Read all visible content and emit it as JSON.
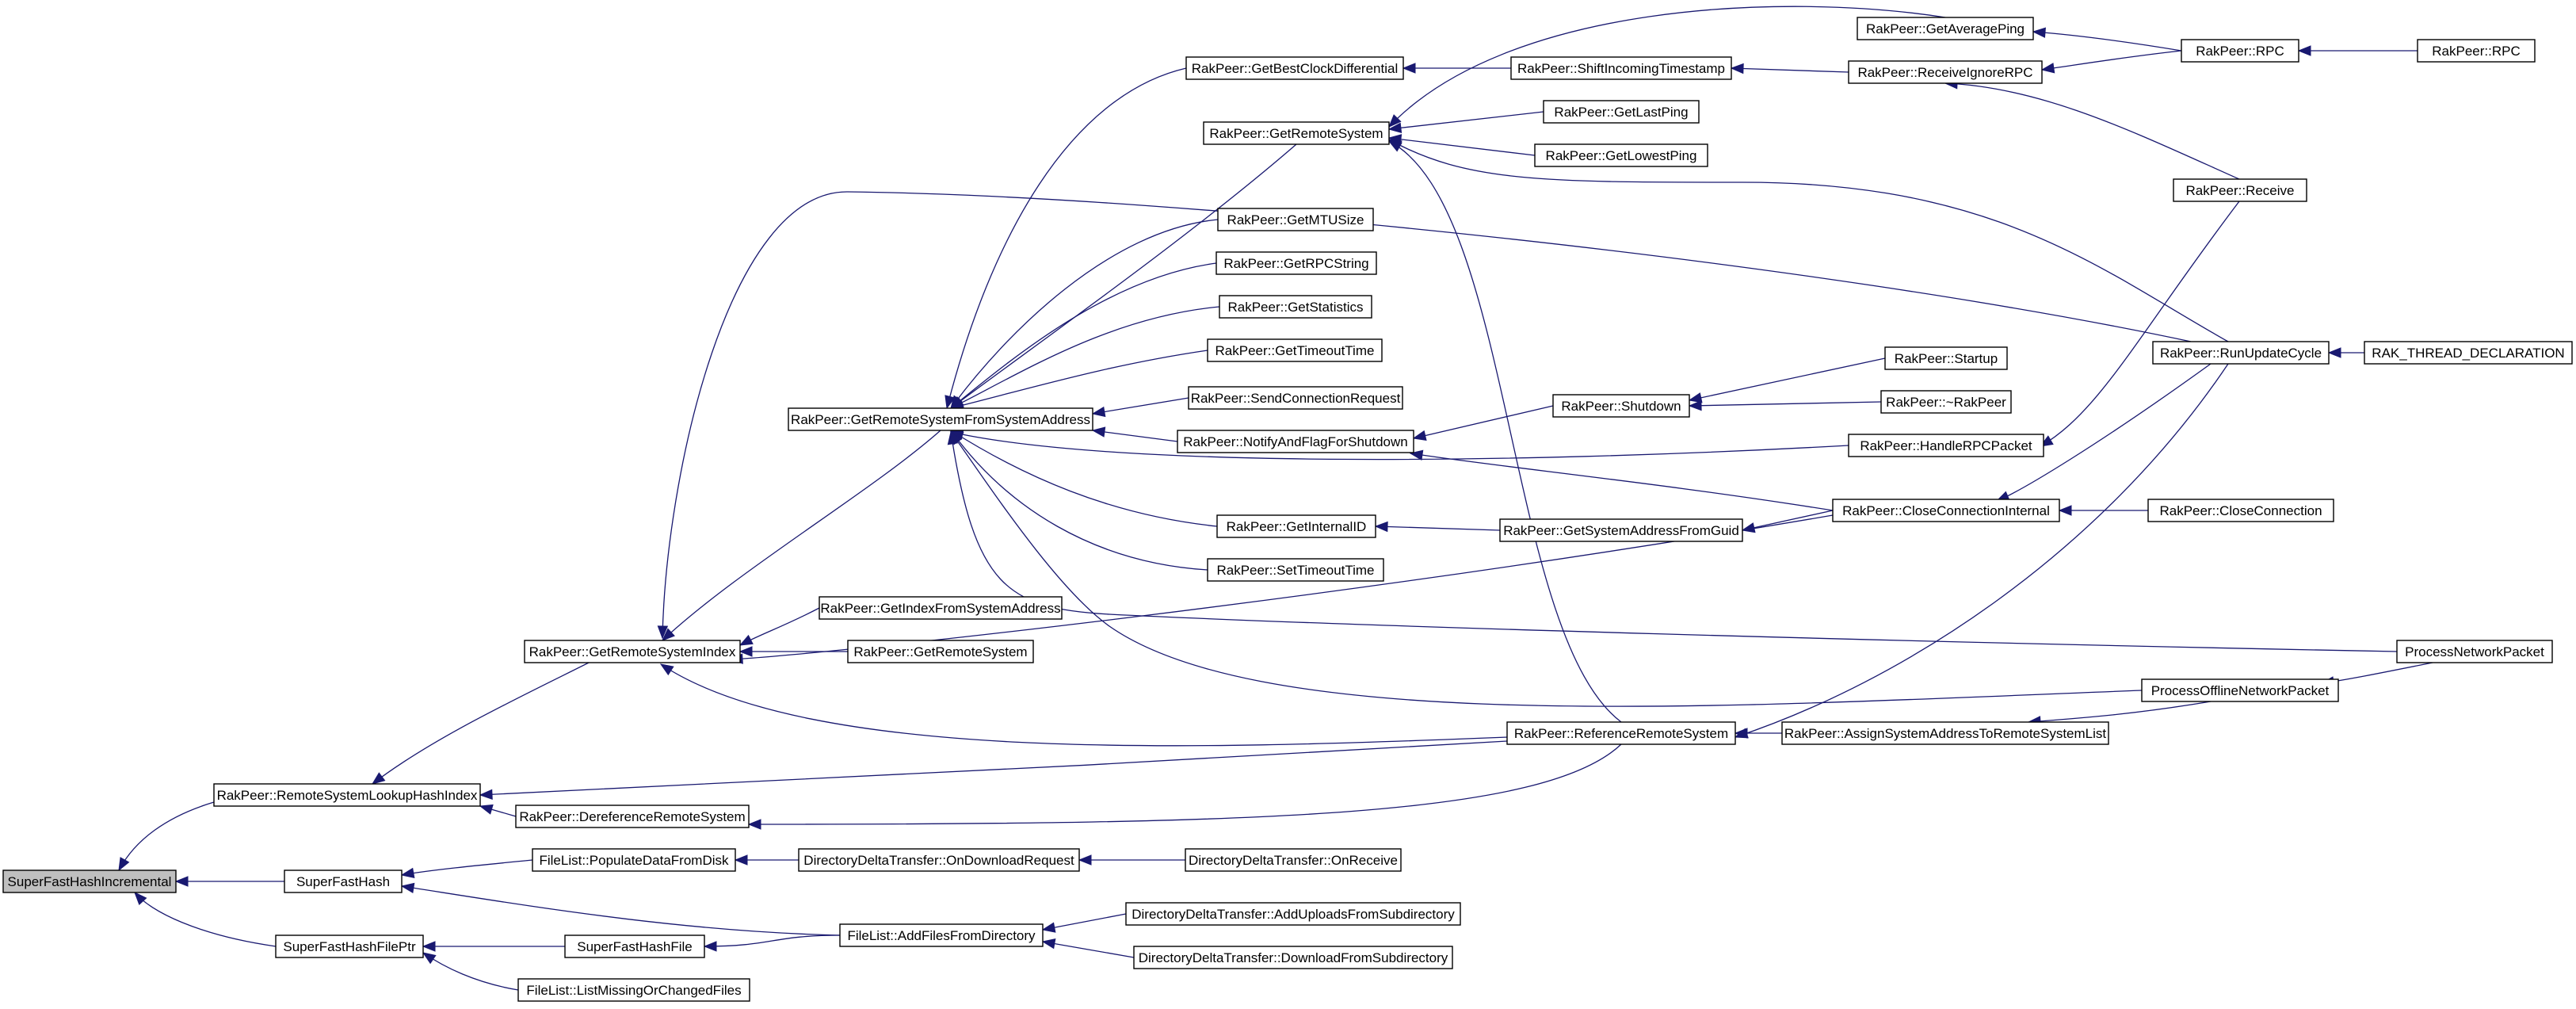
{
  "diagram": {
    "colors": {
      "edge": "#191970",
      "root_fill": "#bfbfbf",
      "node_fill": "#ffffff",
      "border": "#000000"
    },
    "nodes": [
      {
        "id": "superfasthashincremental",
        "label": "SuperFastHashIncremental",
        "root": true
      },
      {
        "id": "remotesystemlookuphashindex",
        "label": "RakPeer::RemoteSystemLookupHashIndex"
      },
      {
        "id": "superfasthash",
        "label": "SuperFastHash"
      },
      {
        "id": "superfasthashfileptr",
        "label": "SuperFastHashFilePtr"
      },
      {
        "id": "getremotesystemindex",
        "label": "RakPeer::GetRemoteSystemIndex"
      },
      {
        "id": "dereferenceremotesystem",
        "label": "RakPeer::DereferenceRemoteSystem"
      },
      {
        "id": "populatedatafromdisk",
        "label": "FileList::PopulateDataFromDisk"
      },
      {
        "id": "superfasthashfile",
        "label": "SuperFastHashFile"
      },
      {
        "id": "listmissingorchangedfiles",
        "label": "FileList::ListMissingOrChangedFiles"
      },
      {
        "id": "getremotesystemfromsystemaddress",
        "label": "RakPeer::GetRemoteSystemFromSystemAddress"
      },
      {
        "id": "getindexfromsystemaddress",
        "label": "RakPeer::GetIndexFromSystemAddress"
      },
      {
        "id": "getremotesystem_b",
        "label": "RakPeer::GetRemoteSystem"
      },
      {
        "id": "addfilesfromdirectory",
        "label": "FileList::AddFilesFromDirectory"
      },
      {
        "id": "onDownloadrequest",
        "label": "DirectoryDeltaTransfer::OnDownloadRequest"
      },
      {
        "id": "getbestclockdifferential",
        "label": "RakPeer::GetBestClockDifferential"
      },
      {
        "id": "getremotesystem_a",
        "label": "RakPeer::GetRemoteSystem"
      },
      {
        "id": "getmtusize",
        "label": "RakPeer::GetMTUSize"
      },
      {
        "id": "getrpcstring",
        "label": "RakPeer::GetRPCString"
      },
      {
        "id": "getstatistics",
        "label": "RakPeer::GetStatistics"
      },
      {
        "id": "gettimeouttime",
        "label": "RakPeer::GetTimeoutTime"
      },
      {
        "id": "sendconnectionrequest",
        "label": "RakPeer::SendConnectionRequest"
      },
      {
        "id": "notifyandflagforshutdown",
        "label": "RakPeer::NotifyAndFlagForShutdown"
      },
      {
        "id": "getinternalid",
        "label": "RakPeer::GetInternalID"
      },
      {
        "id": "settimeouttime",
        "label": "RakPeer::SetTimeoutTime"
      },
      {
        "id": "adduploadsfromsubdirectory",
        "label": "DirectoryDeltaTransfer::AddUploadsFromSubdirectory"
      },
      {
        "id": "downloadfromsubdirectory",
        "label": "DirectoryDeltaTransfer::DownloadFromSubdirectory"
      },
      {
        "id": "onreceive",
        "label": "DirectoryDeltaTransfer::OnReceive"
      },
      {
        "id": "shiftincomingtimestamp",
        "label": "RakPeer::ShiftIncomingTimestamp"
      },
      {
        "id": "getlastping",
        "label": "RakPeer::GetLastPing"
      },
      {
        "id": "getlowestping",
        "label": "RakPeer::GetLowestPing"
      },
      {
        "id": "shutdown",
        "label": "RakPeer::Shutdown"
      },
      {
        "id": "getsystemaddressfromguid",
        "label": "RakPeer::GetSystemAddressFromGuid"
      },
      {
        "id": "referenceremotesystem",
        "label": "RakPeer::ReferenceRemoteSystem"
      },
      {
        "id": "getaverageping",
        "label": "RakPeer::GetAveragePing"
      },
      {
        "id": "receiveignorerpc",
        "label": "RakPeer::ReceiveIgnoreRPC"
      },
      {
        "id": "startup",
        "label": "RakPeer::Startup"
      },
      {
        "id": "destructor",
        "label": "RakPeer::~RakPeer"
      },
      {
        "id": "handlerpcpacket",
        "label": "RakPeer::HandleRPCPacket"
      },
      {
        "id": "closeconnectioninternal",
        "label": "RakPeer::CloseConnectionInternal"
      },
      {
        "id": "assignsystemaddress",
        "label": "RakPeer::AssignSystemAddressToRemoteSystemList"
      },
      {
        "id": "rpc_a",
        "label": "RakPeer::RPC"
      },
      {
        "id": "receive",
        "label": "RakPeer::Receive"
      },
      {
        "id": "runupdatecycle",
        "label": "RakPeer::RunUpdateCycle"
      },
      {
        "id": "closeconnection",
        "label": "RakPeer::CloseConnection"
      },
      {
        "id": "processofflinenetworkpacket",
        "label": "ProcessOfflineNetworkPacket"
      },
      {
        "id": "rpc_b",
        "label": "RakPeer::RPC"
      },
      {
        "id": "rak_thread_declaration",
        "label": "RAK_THREAD_DECLARATION"
      },
      {
        "id": "processnetworkpacket",
        "label": "ProcessNetworkPacket"
      }
    ],
    "edges": [
      {
        "from": "remotesystemlookuphashindex",
        "to": "superfasthashincremental"
      },
      {
        "from": "superfasthash",
        "to": "superfasthashincremental"
      },
      {
        "from": "superfasthashfileptr",
        "to": "superfasthashincremental"
      },
      {
        "from": "getremotesystemindex",
        "to": "remotesystemlookuphashindex"
      },
      {
        "from": "dereferenceremotesystem",
        "to": "remotesystemlookuphashindex"
      },
      {
        "from": "referenceremotesystem",
        "to": "remotesystemlookuphashindex"
      },
      {
        "from": "populatedatafromdisk",
        "to": "superfasthash"
      },
      {
        "from": "addfilesfromdirectory",
        "to": "superfasthash"
      },
      {
        "from": "superfasthashfile",
        "to": "superfasthashfileptr"
      },
      {
        "from": "listmissingorchangedfiles",
        "to": "superfasthashfileptr"
      },
      {
        "from": "getremotesystemfromsystemaddress",
        "to": "getremotesystemindex"
      },
      {
        "from": "getindexfromsystemaddress",
        "to": "getremotesystemindex"
      },
      {
        "from": "getremotesystem_b",
        "to": "getremotesystemindex"
      },
      {
        "from": "closeconnectioninternal",
        "to": "getremotesystemindex"
      },
      {
        "from": "referenceremotesystem",
        "to": "getremotesystemindex"
      },
      {
        "from": "runupdatecycle",
        "to": "getremotesystemindex"
      },
      {
        "from": "referenceremotesystem",
        "to": "dereferenceremotesystem"
      },
      {
        "from": "onDownloadrequest",
        "to": "populatedatafromdisk"
      },
      {
        "from": "addfilesfromdirectory",
        "to": "superfasthashfile"
      },
      {
        "from": "getbestclockdifferential",
        "to": "getremotesystemfromsystemaddress"
      },
      {
        "from": "getremotesystem_a",
        "to": "getremotesystemfromsystemaddress"
      },
      {
        "from": "getmtusize",
        "to": "getremotesystemfromsystemaddress"
      },
      {
        "from": "getrpcstring",
        "to": "getremotesystemfromsystemaddress"
      },
      {
        "from": "getstatistics",
        "to": "getremotesystemfromsystemaddress"
      },
      {
        "from": "gettimeouttime",
        "to": "getremotesystemfromsystemaddress"
      },
      {
        "from": "sendconnectionrequest",
        "to": "getremotesystemfromsystemaddress"
      },
      {
        "from": "notifyandflagforshutdown",
        "to": "getremotesystemfromsystemaddress"
      },
      {
        "from": "handlerpcpacket",
        "to": "getremotesystemfromsystemaddress"
      },
      {
        "from": "getinternalid",
        "to": "getremotesystemfromsystemaddress"
      },
      {
        "from": "settimeouttime",
        "to": "getremotesystemfromsystemaddress"
      },
      {
        "from": "processnetworkpacket",
        "to": "getremotesystemfromsystemaddress"
      },
      {
        "from": "processofflinenetworkpacket",
        "to": "getremotesystemfromsystemaddress"
      },
      {
        "from": "adduploadsfromsubdirectory",
        "to": "addfilesfromdirectory"
      },
      {
        "from": "downloadfromsubdirectory",
        "to": "addfilesfromdirectory"
      },
      {
        "from": "onreceive",
        "to": "onDownloadrequest"
      },
      {
        "from": "shiftincomingtimestamp",
        "to": "getbestclockdifferential"
      },
      {
        "from": "getaverageping",
        "to": "getremotesystem_a"
      },
      {
        "from": "getlastping",
        "to": "getremotesystem_a"
      },
      {
        "from": "getlowestping",
        "to": "getremotesystem_a"
      },
      {
        "from": "runupdatecycle",
        "to": "getremotesystem_a"
      },
      {
        "from": "referenceremotesystem",
        "to": "getremotesystem_a"
      },
      {
        "from": "shutdown",
        "to": "notifyandflagforshutdown"
      },
      {
        "from": "closeconnectioninternal",
        "to": "notifyandflagforshutdown"
      },
      {
        "from": "getsystemaddressfromguid",
        "to": "getinternalid"
      },
      {
        "from": "receiveignorerpc",
        "to": "shiftincomingtimestamp"
      },
      {
        "from": "startup",
        "to": "shutdown"
      },
      {
        "from": "destructor",
        "to": "shutdown"
      },
      {
        "from": "closeconnectioninternal",
        "to": "getsystemaddressfromguid"
      },
      {
        "from": "assignsystemaddress",
        "to": "referenceremotesystem"
      },
      {
        "from": "runupdatecycle",
        "to": "referenceremotesystem"
      },
      {
        "from": "rpc_a",
        "to": "getaverageping"
      },
      {
        "from": "rpc_a",
        "to": "receiveignorerpc"
      },
      {
        "from": "receive",
        "to": "receiveignorerpc"
      },
      {
        "from": "receive",
        "to": "handlerpcpacket"
      },
      {
        "from": "runupdatecycle",
        "to": "closeconnectioninternal"
      },
      {
        "from": "closeconnection",
        "to": "closeconnectioninternal"
      },
      {
        "from": "processofflinenetworkpacket",
        "to": "assignsystemaddress"
      },
      {
        "from": "processnetworkpacket",
        "to": "processofflinenetworkpacket"
      },
      {
        "from": "rpc_b",
        "to": "rpc_a"
      },
      {
        "from": "rak_thread_declaration",
        "to": "runupdatecycle"
      }
    ]
  }
}
